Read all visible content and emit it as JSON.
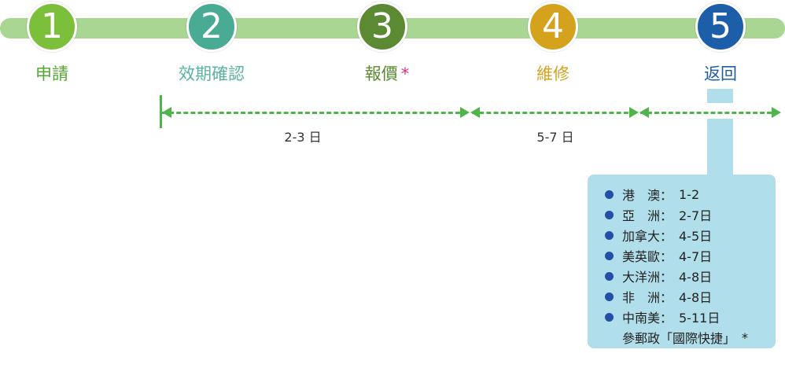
{
  "steps": [
    {
      "number": "1",
      "label": "申請",
      "color": "#7bbf3a",
      "text_color": "#55a832"
    },
    {
      "number": "2",
      "label": "效期確認",
      "color": "#4aab95",
      "text_color": "#5ab3a0"
    },
    {
      "number": "3",
      "label": "報價",
      "color": "#5b8a32",
      "text_color": "#5b8a32",
      "mark": "*"
    },
    {
      "number": "4",
      "label": "維修",
      "color": "#d4a21c",
      "text_color": "#d4a21c"
    },
    {
      "number": "5",
      "label": "返回",
      "color": "#1c5ea8",
      "text_color": "#1c5ea8"
    }
  ],
  "durations": [
    {
      "text": "2-3 日"
    },
    {
      "text": "5-7 日"
    }
  ],
  "shipping": {
    "regions": [
      {
        "name": "港　澳：",
        "days": "1-2"
      },
      {
        "name": "亞　洲：",
        "days": "2-7日"
      },
      {
        "name": "加拿大：",
        "days": "4-5日"
      },
      {
        "name": "美英歐：",
        "days": "4-7日"
      },
      {
        "name": "大洋洲：",
        "days": "4-8日"
      },
      {
        "name": "非　洲：",
        "days": "4-8日"
      },
      {
        "name": "中南美：",
        "days": "5-11日"
      }
    ],
    "note": "參郵政「國際快捷」",
    "note_mark": "*"
  },
  "colors": {
    "arrow": "#4fb54a",
    "panel": "#b1deeb",
    "bullet": "#234fa8",
    "track": "#a9d693",
    "asterisk": "#d9307e"
  }
}
